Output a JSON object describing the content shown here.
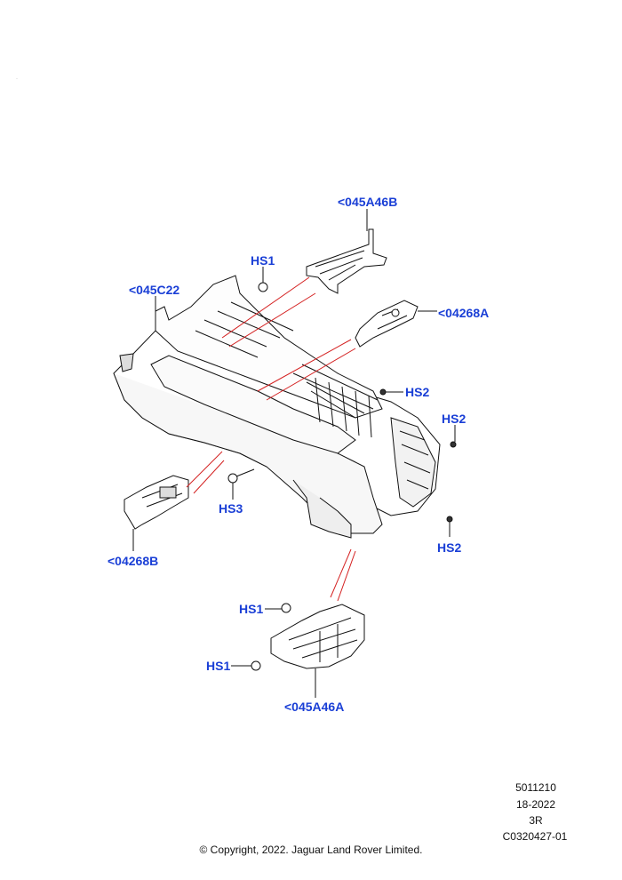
{
  "callouts": {
    "c045A46B": "<045A46B",
    "hs1_top": "HS1",
    "c045C22": "<045C22",
    "c04268A": "<04268A",
    "hs2_mid": "HS2",
    "hs2_right": "HS2",
    "hs3": "HS3",
    "c04268B": "<04268B",
    "hs2_bottom": "HS2",
    "hs1_lower1": "HS1",
    "hs1_lower2": "HS1",
    "c045A46A": "<045A46A"
  },
  "meta": {
    "line1": "5011210",
    "line2": "18-2022",
    "line3": "3R",
    "line4": "C0320427-01"
  },
  "copyright": "© Copyright, 2022. Jaguar Land Rover Limited.",
  "colors": {
    "callout": "#1a3fd6",
    "leader": "#d42020",
    "line": "#111111"
  }
}
